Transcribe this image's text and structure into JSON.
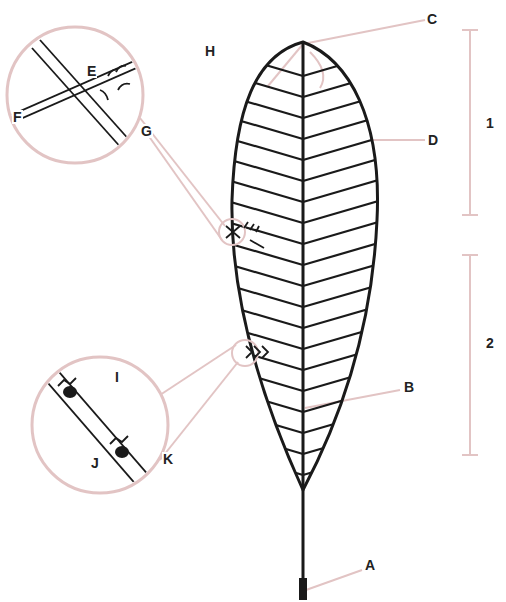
{
  "diagram": {
    "labels": [
      "C",
      "H",
      "E",
      "F",
      "G",
      "D",
      "1",
      "2",
      "B",
      "I",
      "J",
      "K",
      "A"
    ]
  }
}
